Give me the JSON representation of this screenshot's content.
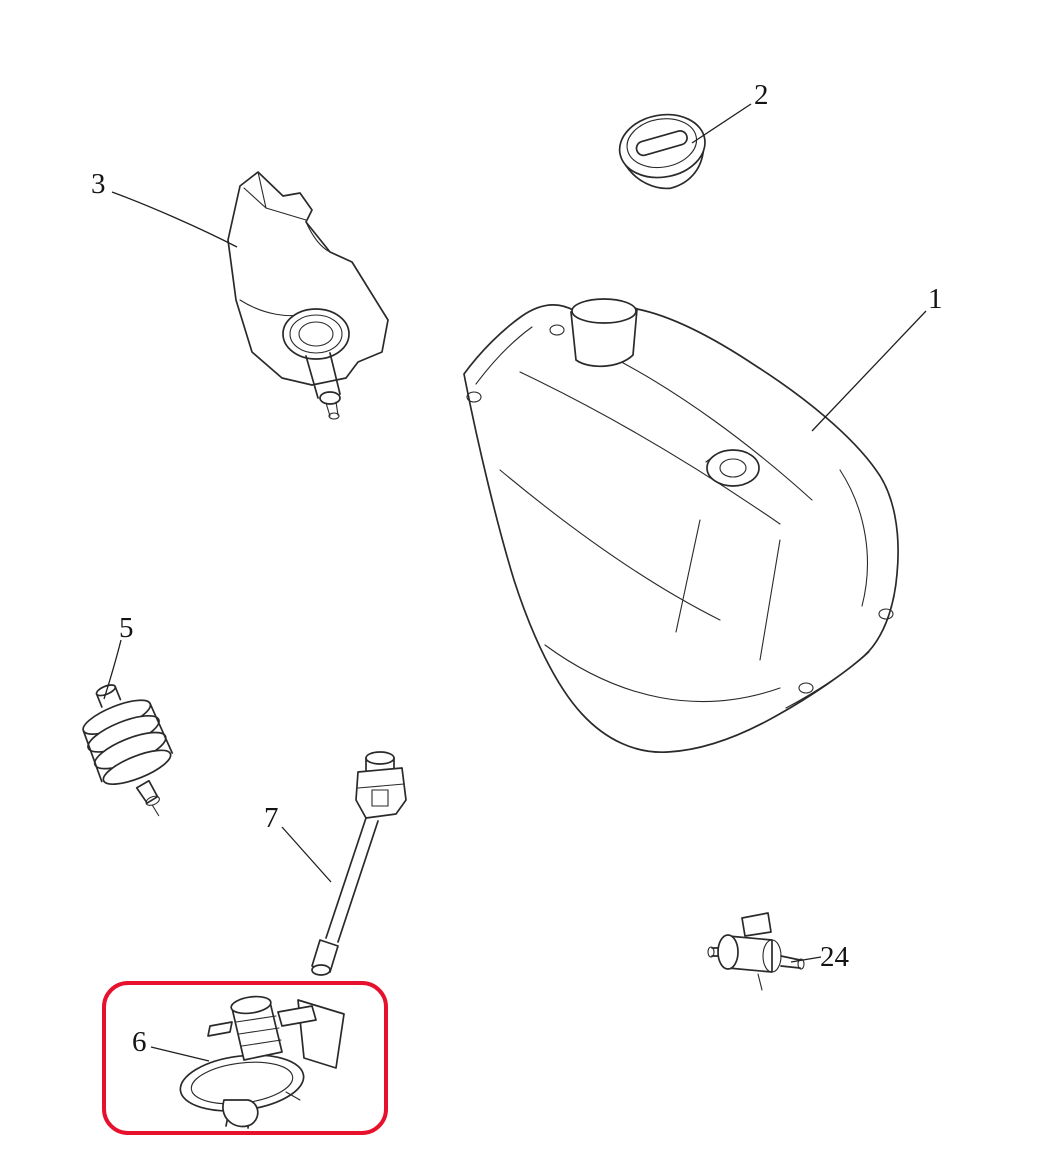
{
  "diagram": {
    "kind": "exploded-parts-diagram",
    "subject": "Fuel tank assembly parts diagram",
    "background_color": "#ffffff",
    "line_color": "#2a2a2a",
    "highlight_color": "#e8112d",
    "callouts": [
      {
        "label": "1",
        "part": "fuel-tank"
      },
      {
        "label": "2",
        "part": "fuel-tank-cap"
      },
      {
        "label": "3",
        "part": "filler-shield-bracket"
      },
      {
        "label": "5",
        "part": "canister-filter"
      },
      {
        "label": "6",
        "part": "fuel-pump-assembly",
        "highlighted": true
      },
      {
        "label": "7",
        "part": "fuel-level-sensor"
      },
      {
        "label": "24",
        "part": "rollover-valve"
      }
    ]
  }
}
